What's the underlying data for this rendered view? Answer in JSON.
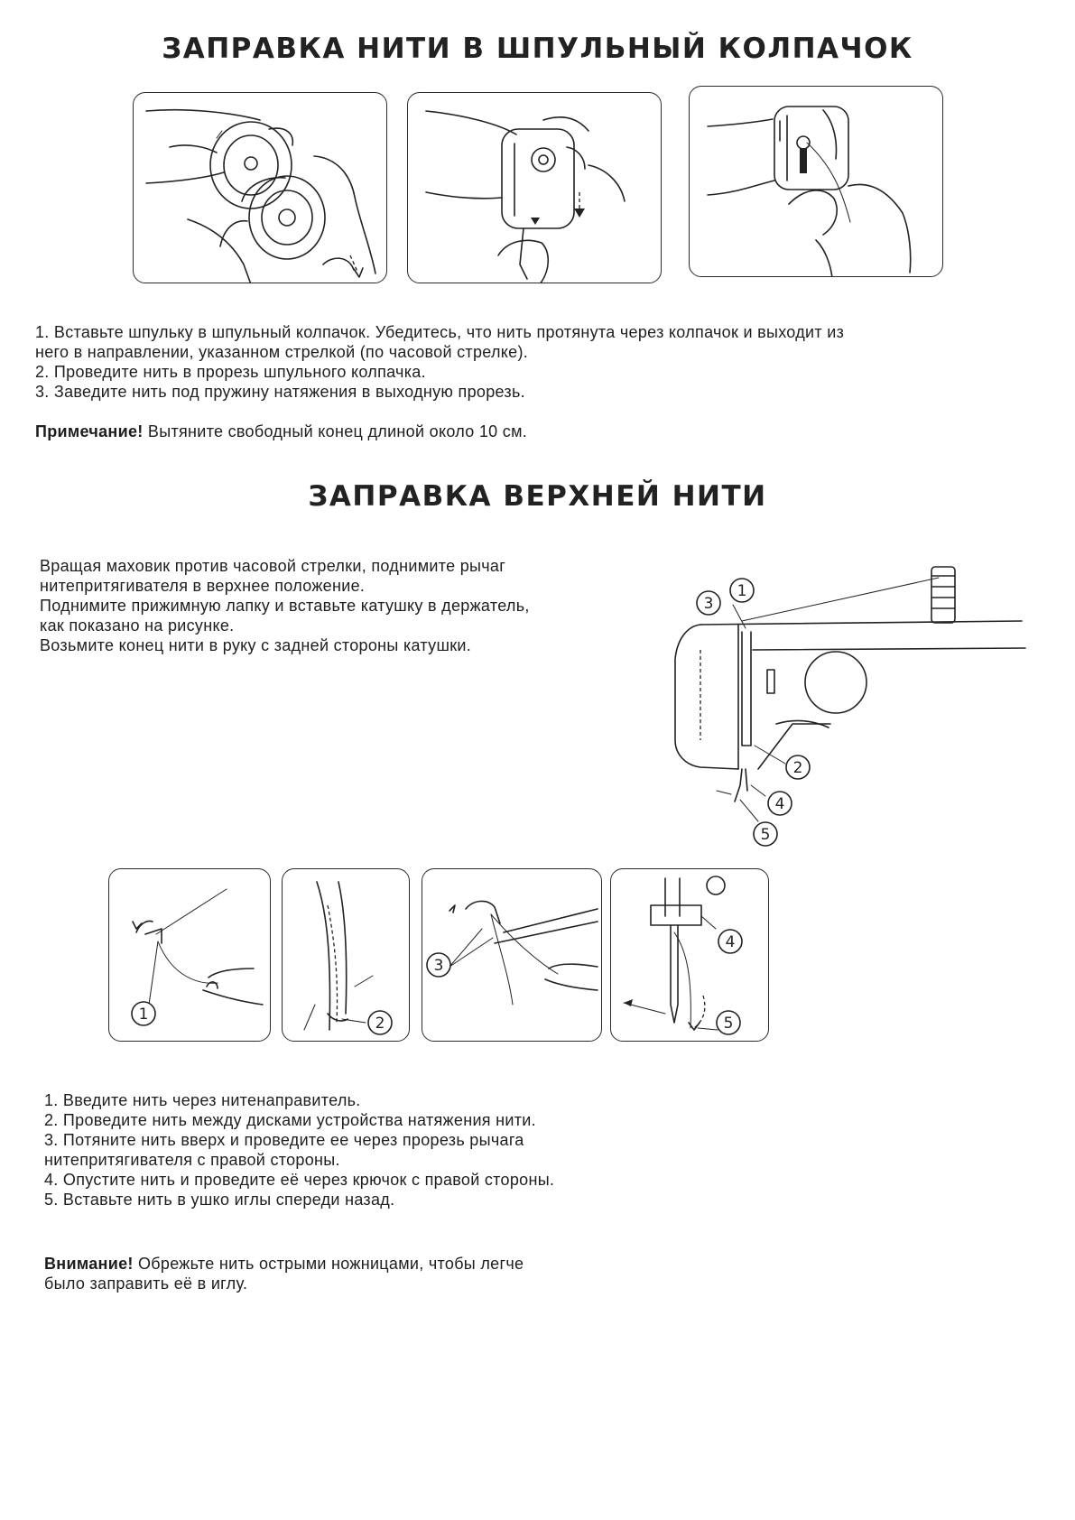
{
  "section1": {
    "title": "ЗАПРАВКА НИТИ В ШПУЛЬНЫЙ КОЛПАЧОК",
    "steps": [
      "1. Вставьте шпульку в шпульный колпачок. Убедитесь, что нить протянута через колпачок и выходит из",
      "него в направлении, указанном стрелкой (по часовой стрелке).",
      "2. Проведите нить в прорезь шпульного колпачка.",
      "3. Заведите нить под пружину натяжения в выходную прорезь."
    ],
    "note_label": "Примечание!",
    "note_text": " Вытяните свободный конец длиной около 10 см."
  },
  "section2": {
    "title": "ЗАПРАВКА ВЕРХНЕЙ НИТИ",
    "intro": [
      "Вращая маховик против часовой стрелки, поднимите рычаг",
      "нитепритягивателя в верхнее положение.",
      "Поднимите прижимную лапку и вставьте катушку в держатель,",
      "как показано на рисунке.",
      "Возьмите конец нити в руку с задней стороны катушки."
    ],
    "callouts": [
      "1",
      "2",
      "3",
      "4",
      "5"
    ],
    "steps": [
      "1. Введите нить через нитенаправитель.",
      "2. Проведите нить между дисками устройства натяжения нити.",
      "3. Потяните нить вверх и проведите ее через прорезь рычага",
      "нитепритягивателя с правой стороны.",
      "4. Опустите нить и проведите её через крючок с правой стороны.",
      "5. Вставьте нить в ушко иглы спереди назад."
    ],
    "warning_label": "Внимание!",
    "warning_lines": [
      " Обрежьте нить острыми ножницами, чтобы легче",
      "было заправить её в иглу."
    ]
  }
}
